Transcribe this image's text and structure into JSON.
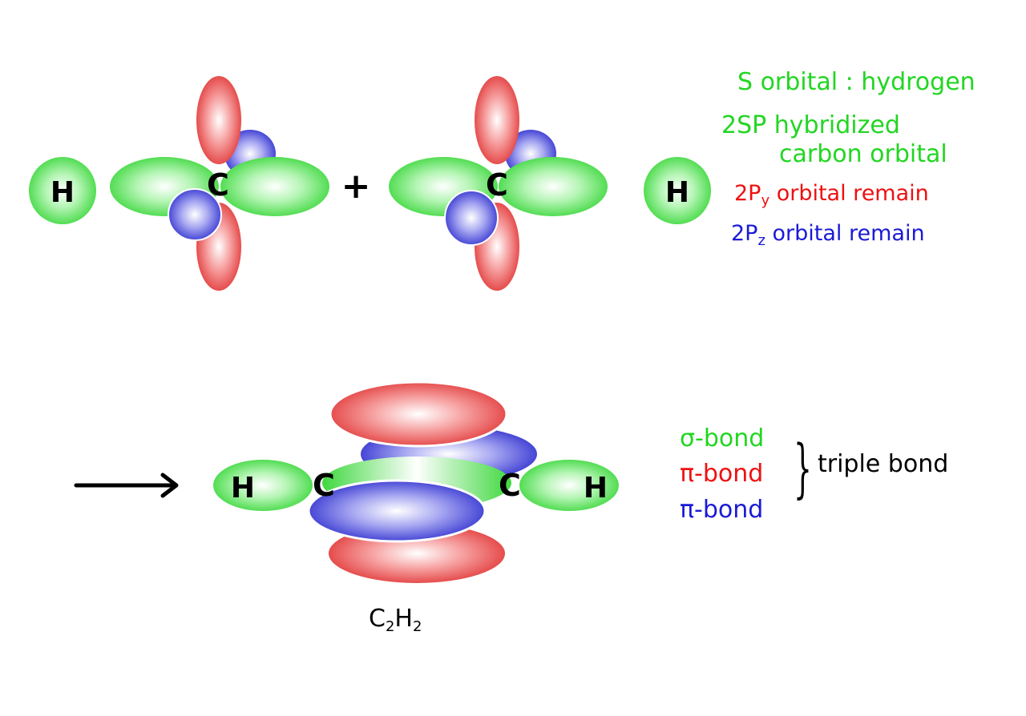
{
  "atoms": {
    "hydrogen": "H",
    "carbon": "C",
    "plus": "+"
  },
  "legend_top": {
    "s_orbital": "S orbital : hydrogen",
    "sp_line1": "2SP hybridized",
    "sp_line2": "carbon orbital",
    "py_prefix": "2P",
    "py_sub": "y",
    "py_suffix": " orbital remain",
    "pz_prefix": "2P",
    "pz_sub": "z",
    "pz_suffix": " orbital remain"
  },
  "legend_bottom": {
    "sigma": "σ-bond",
    "pi_1": "π-bond",
    "pi_2": "π-bond",
    "triple": "triple bond"
  },
  "formula": {
    "c": "C",
    "c_sub": "2",
    "h": "H",
    "h_sub": "2"
  },
  "colors": {
    "s_orbital": "#22d622",
    "sp_orbital": "#22d622",
    "py_orbital": "#ee1111",
    "pz_orbital": "#1a1ad6"
  }
}
